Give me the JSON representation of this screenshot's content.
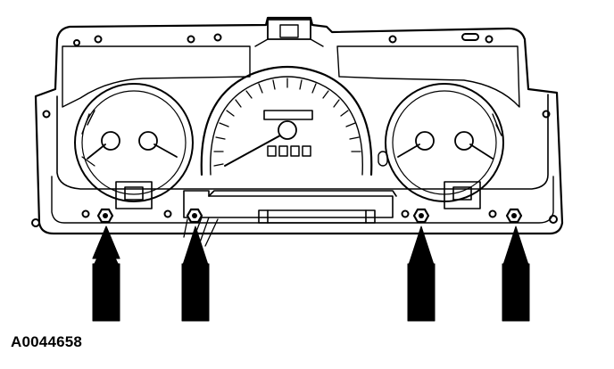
{
  "figure": {
    "code": "A0044658",
    "line_color": "#000000",
    "fill_color": "#ffffff"
  },
  "cluster": {
    "left_gauge_icon": "gauge-icon",
    "speedometer_icon": "speedometer-icon",
    "right_gauge_icon": "gauge-icon",
    "fastener_icon": "nut-icon",
    "fastener_count": 4,
    "odometer_digit_boxes": 4
  },
  "arrows": {
    "count": 4,
    "direction": "up",
    "icon": "arrow-up-icon"
  }
}
